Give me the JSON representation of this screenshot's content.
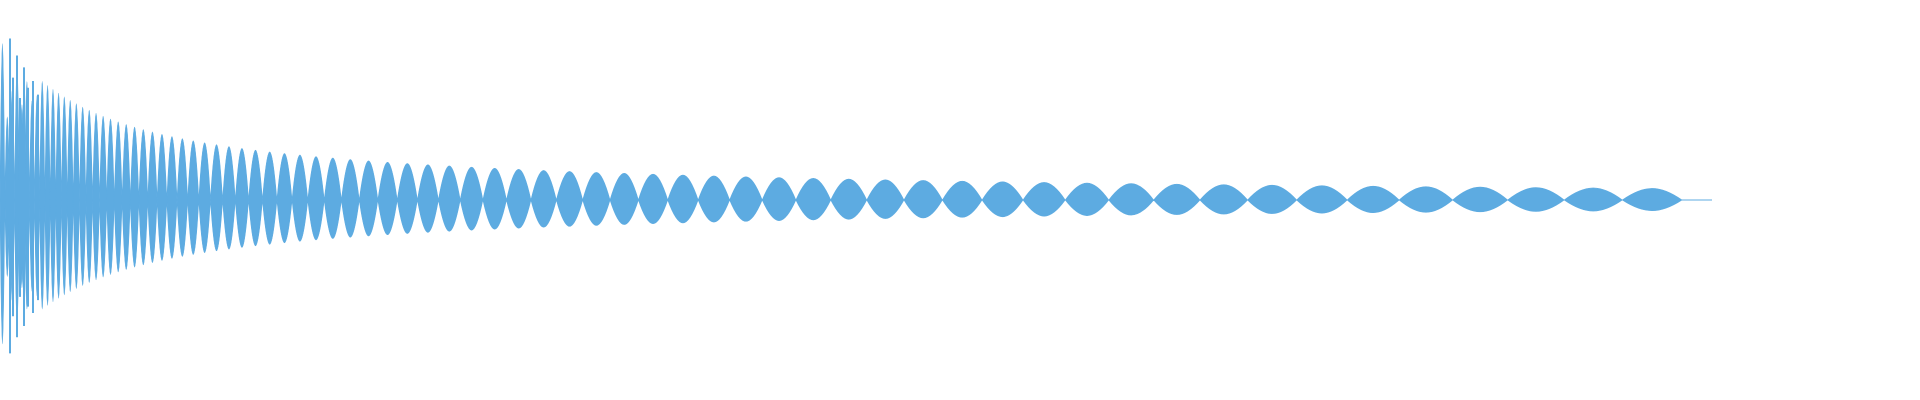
{
  "waveform": {
    "color": "#5dabe1",
    "background": "#ffffff",
    "peak_amplitude_fraction": 0.92,
    "lobe_count": 76,
    "visible_fraction_of_width": 0.88,
    "decay": "exponential",
    "envelope_shape": "spindle",
    "attack": "noisy"
  }
}
